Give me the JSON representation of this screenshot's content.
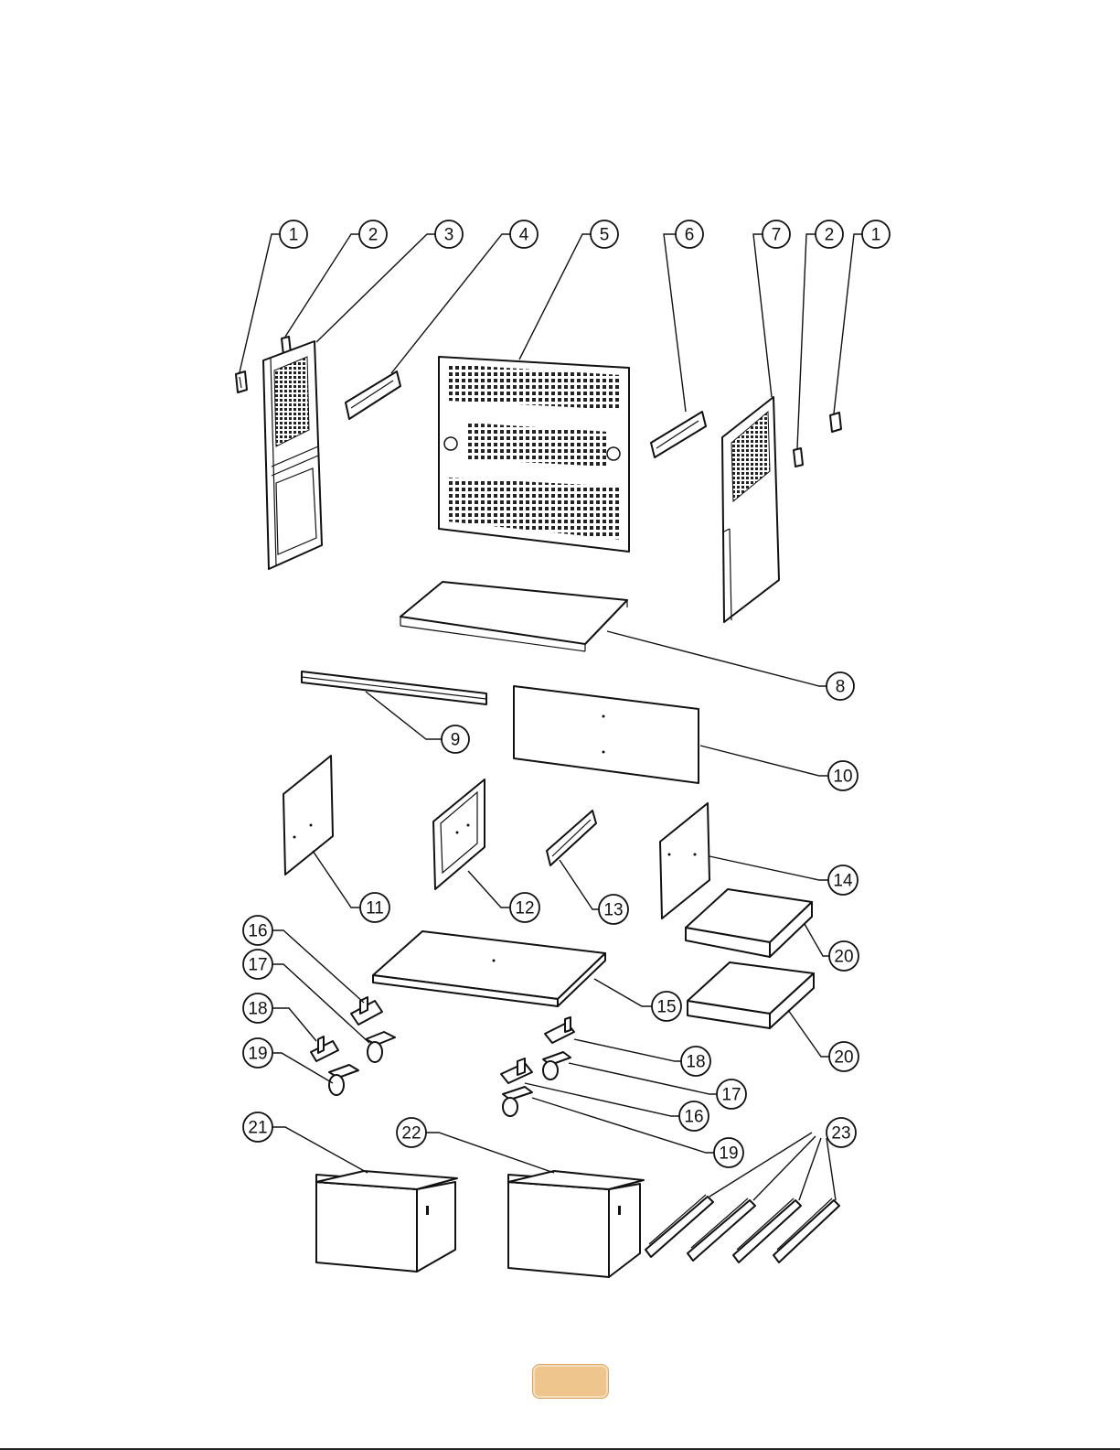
{
  "callouts": [
    {
      "label": "1"
    },
    {
      "label": "2"
    },
    {
      "label": "3"
    },
    {
      "label": "4"
    },
    {
      "label": "5"
    },
    {
      "label": "6"
    },
    {
      "label": "7"
    },
    {
      "label": "2"
    },
    {
      "label": "1"
    },
    {
      "label": "8"
    },
    {
      "label": "9"
    },
    {
      "label": "10"
    },
    {
      "label": "11"
    },
    {
      "label": "12"
    },
    {
      "label": "13"
    },
    {
      "label": "14"
    },
    {
      "label": "20"
    },
    {
      "label": "20"
    },
    {
      "label": "16"
    },
    {
      "label": "17"
    },
    {
      "label": "18"
    },
    {
      "label": "19"
    },
    {
      "label": "15"
    },
    {
      "label": "18"
    },
    {
      "label": "17"
    },
    {
      "label": "16"
    },
    {
      "label": "19"
    },
    {
      "label": "21"
    },
    {
      "label": "22"
    },
    {
      "label": "23"
    }
  ],
  "footer": {
    "page_number": ""
  }
}
